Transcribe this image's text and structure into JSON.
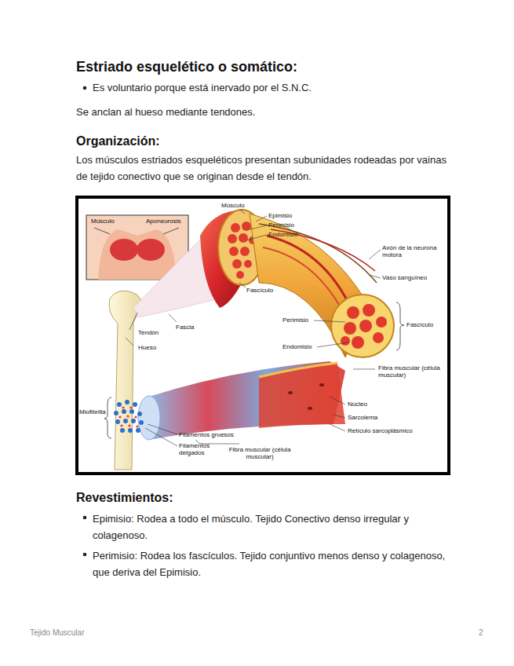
{
  "diagram": {
    "title": "Estriado esquelético o somático:",
    "labels": [
      "Es voluntario porque está inervado por el S.N.C.",
      "Se anclan al hueso mediante tendones.",
      "Organización:",
      "Los músculos estriados esqueléticos presentan subunidades rodeadas por vainas de tejido conectivo que se originan desde el tendón.",
      "Músculo",
      "Aponeurosis",
      "Músculo",
      "Epimisio",
      "Perimisio",
      "Endomisio",
      "Axón de la neurona motora",
      "Vaso sanguíneo",
      "Fascículo",
      "Fascículo",
      "Perimisio",
      "Endomisio",
      "Tendón",
      "Hueso",
      "Fascia",
      "Fibra muscular (célula muscular)",
      "Núcleo",
      "Sarcolema",
      "Retículo sarcoplásmico",
      "Miofibrilla",
      "Filamentos gruesos",
      "Filamentos delgados",
      "Fibra muscular (célula muscular)",
      "Revestimientos:",
      "Epimisio: Rodea a todo el músculo. Tejido Conectivo denso irregular y colagenoso.",
      "Perimisio: Rodea los fascículos. Tejido conjuntivo menos denso y colagenoso, que deriva del Epimisio.",
      "Tejido Muscular",
      "2"
    ]
  }
}
